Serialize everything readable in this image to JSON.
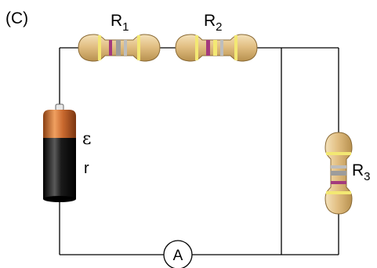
{
  "panel_label": "(C)",
  "components": {
    "r1": {
      "symbol": "R",
      "subscript": "1"
    },
    "r2": {
      "symbol": "R",
      "subscript": "2"
    },
    "r3": {
      "symbol": "R",
      "subscript": "3"
    },
    "battery": {
      "emf_symbol": "ε",
      "internal_resistance_symbol": "r"
    },
    "ammeter": {
      "symbol": "A"
    }
  },
  "colors": {
    "wire": "#000000",
    "resistor_body": "#e6c58a",
    "band_violet": "#a33a7d",
    "band_gray": "#9c9c9c",
    "band_yellow": "#f3e873",
    "battery_body": "#111111",
    "battery_cap": "#c9692f"
  }
}
